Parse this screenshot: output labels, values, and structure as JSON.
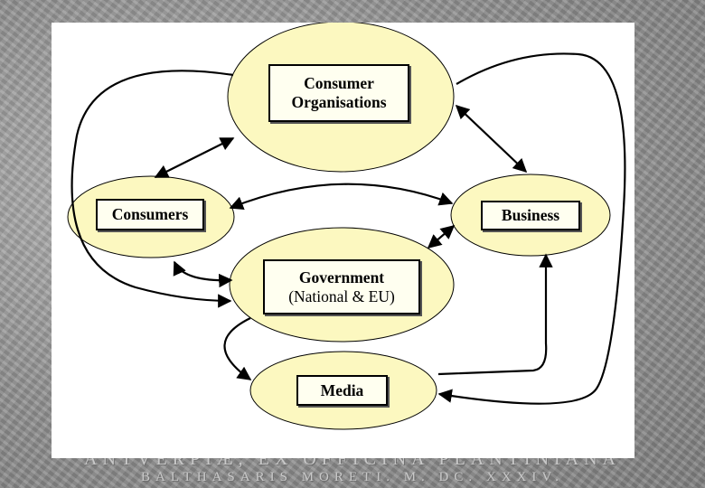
{
  "background": {
    "footer_line1": "ANTVERPIÆ, EX OFFICINA PLANTINIANA",
    "footer_line2": "BALTHASARIS MORETI. M. DC. XXXIV."
  },
  "colors": {
    "ellipse_fill": "#fcf8c0",
    "label_fill": "#fffff0",
    "stroke": "#000000"
  },
  "nodes": {
    "consumer_organisations": {
      "line1": "Consumer",
      "line2": "Organisations"
    },
    "consumers": {
      "label": "Consumers"
    },
    "business": {
      "label": "Business"
    },
    "government": {
      "line1": "Government",
      "line2": "(National & EU)"
    },
    "media": {
      "label": "Media"
    }
  }
}
